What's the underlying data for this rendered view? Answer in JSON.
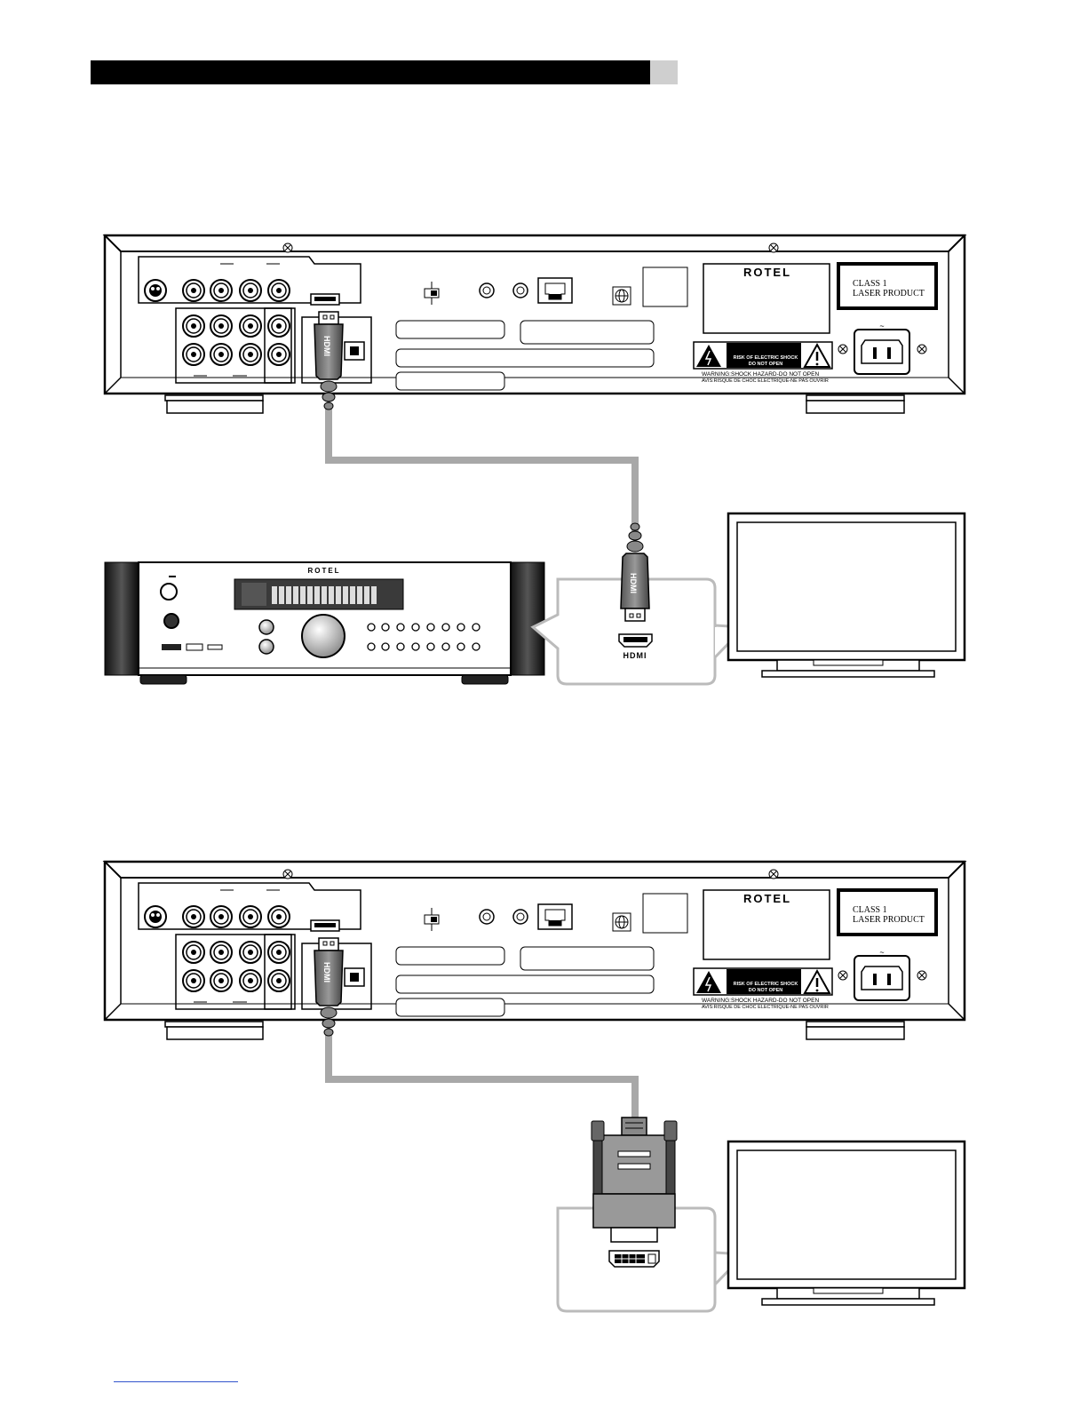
{
  "labels": {
    "brand": "ROTEL",
    "class_line1": "CLASS 1",
    "class_line2": "LASER PRODUCT",
    "caution_title": "CAUTION",
    "caution_sub1": "RISK OF ELECTRIC SHOCK",
    "caution_sub2": "DO NOT OPEN",
    "warning_en": "WARNING:SHOCK HAZARD-DO NOT OPEN",
    "warning_fr": "AVIS:RISQUE DE CHOC ELECTRIQUE-NE PAS OUVRIR",
    "hdmi_logo": "HDMI",
    "ac_symbol": "~"
  }
}
